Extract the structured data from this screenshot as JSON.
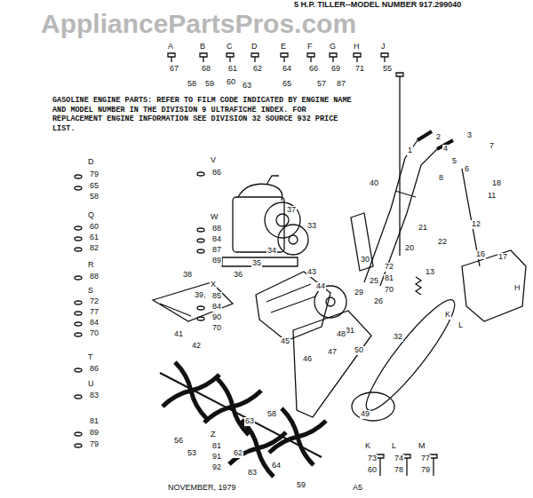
{
  "diagram": {
    "title": "5 H.P. TILLER--MODEL NUMBER 917.299040",
    "labels": [
      "AppliancePartsPros.com",
      "GASOLINE ENGINE PARTS: REFER TO FILM CODE INDICATED BY ENGINE NAME AND MODEL NUMBER IN THE DIVISION 9 ULTRAFICHE INDEX. FOR REPLACEMENT ENGINE INFORMATION SEE DIVISION 32 SOURCE 932 PRICE LIST.",
      "NOVEMBER, 1979",
      "A5",
      "A",
      "B",
      "C",
      "D",
      "E",
      "F",
      "G",
      "H",
      "J",
      "67",
      "68",
      "61",
      "62",
      "64",
      "66",
      "69",
      "71",
      "55",
      "58",
      "59",
      "60",
      "63",
      "65",
      "57",
      "87",
      "72",
      "81",
      "70",
      "D",
      "79",
      "65",
      "58",
      "Q",
      "60",
      "61",
      "82",
      "R",
      "88",
      "S",
      "72",
      "77",
      "84",
      "70",
      "T",
      "86",
      "U",
      "83",
      "81",
      "89",
      "79",
      "V",
      "86",
      "W",
      "88",
      "84",
      "87",
      "89",
      "X",
      "85",
      "84",
      "90",
      "70",
      "Z",
      "81",
      "91",
      "92",
      "37",
      "33",
      "34",
      "35",
      "36",
      "38",
      "39",
      "41",
      "42",
      "43",
      "44",
      "29",
      "30",
      "31",
      "32",
      "45",
      "46",
      "47",
      "48",
      "50",
      "49",
      "1",
      "2",
      "3",
      "4",
      "5",
      "6",
      "7",
      "8",
      "18",
      "11",
      "40",
      "12",
      "16",
      "17",
      "13",
      "20",
      "21",
      "22",
      "25",
      "26",
      "K",
      "L",
      "H",
      "56",
      "53",
      "62",
      "83",
      "64",
      "58",
      "59",
      "63",
      "K",
      "73",
      "60",
      "L",
      "74",
      "78",
      "M",
      "77",
      "79"
    ]
  }
}
